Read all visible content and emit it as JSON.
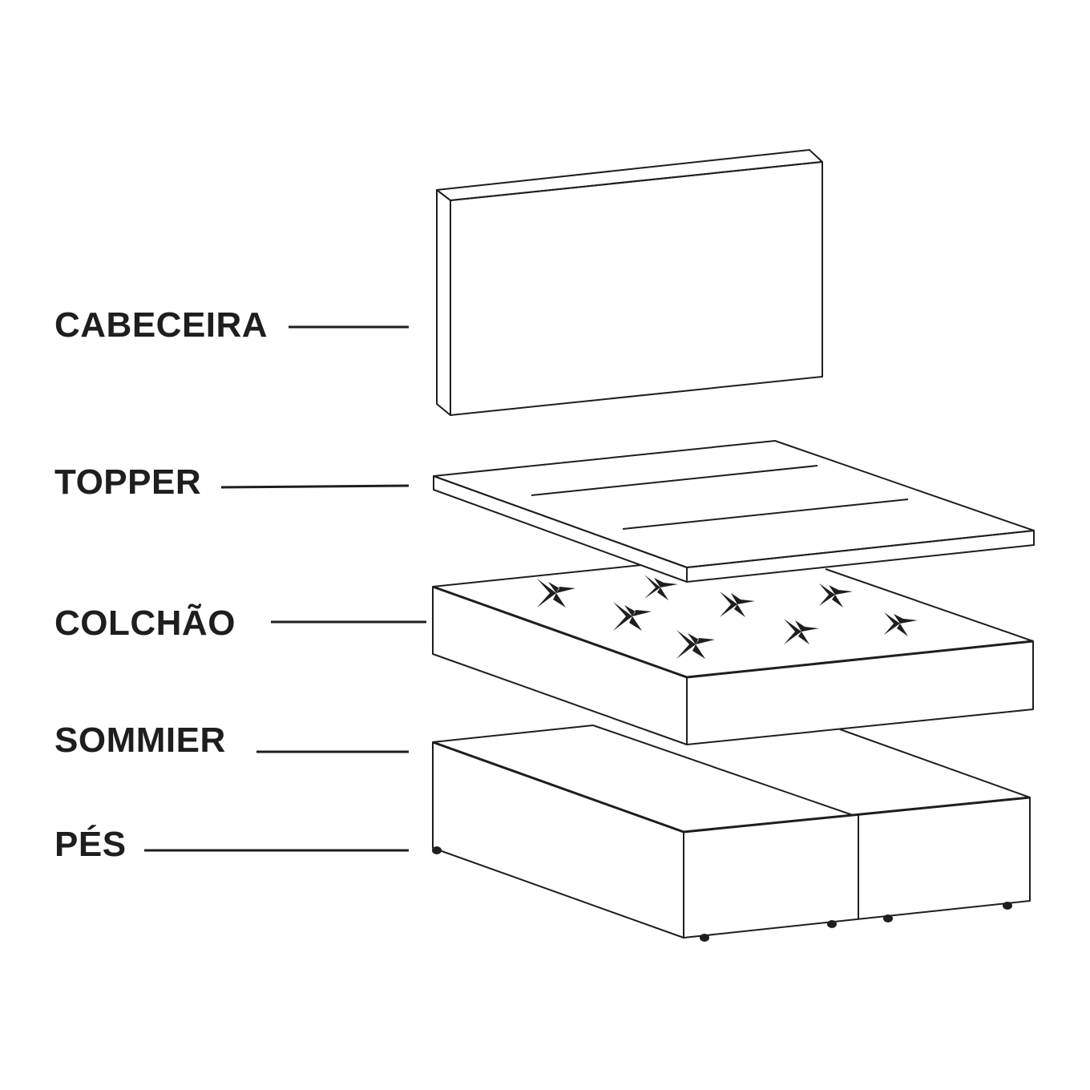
{
  "labels": {
    "cabeceira": "CABECEIRA",
    "topper": "TOPPER",
    "colchao": "COLCHÃO",
    "sommier": "SOMMIER",
    "pes": "PÉS"
  },
  "colors": {
    "line": "#1e1e1e",
    "background": "#ffffff"
  }
}
